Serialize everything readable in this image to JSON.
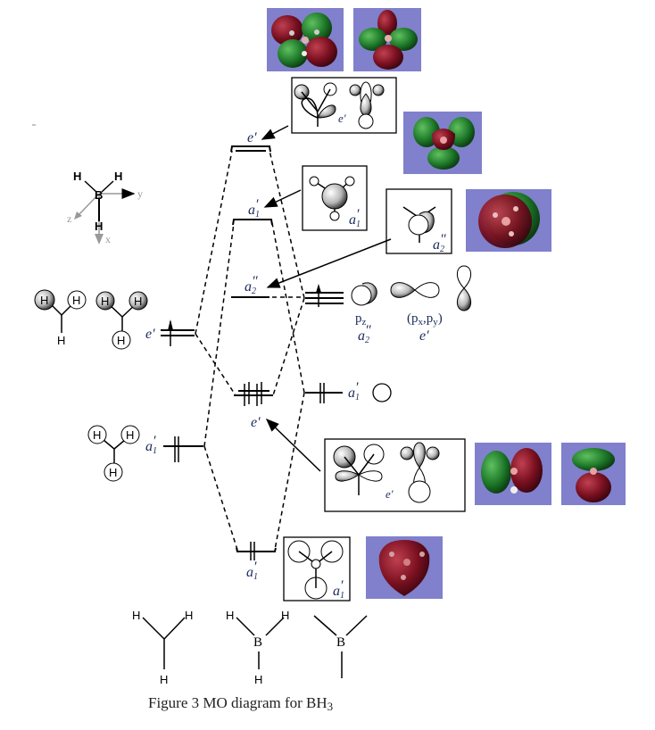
{
  "figure": {
    "caption": "Figure 3 MO diagram for BH",
    "caption_sub": "3",
    "colors": {
      "mo_background": "#8080cc",
      "lobe_red": "#7a1020",
      "lobe_green": "#1f7a2a",
      "label_text": "#1a2a5a"
    }
  },
  "axes": {
    "x": "x",
    "y": "y",
    "z": "z",
    "atoms": [
      "H",
      "H",
      "B",
      "H"
    ]
  },
  "left_fragment": {
    "title": "H3",
    "levels": [
      {
        "id": "e-prime",
        "symmetry": "e",
        "prime": "′",
        "electrons": 1
      },
      {
        "id": "a1-prime",
        "symmetry": "a",
        "sub": "1",
        "prime": "′",
        "electrons": 2
      }
    ],
    "sketch_atom_label": "H"
  },
  "right_fragment": {
    "levels": [
      {
        "id": "p",
        "symmetry_pz": "a",
        "sub_pz": "2",
        "prime_pz": "″",
        "electrons": 1
      },
      {
        "id": "s",
        "symmetry": "a",
        "sub": "1",
        "prime": "′",
        "electrons": 2
      }
    ],
    "pz_label": "p",
    "pz_sub": "z",
    "pxpy_label_open": "(p",
    "px_sub": "x",
    "comma": ",p",
    "py_sub": "y",
    "pxpy_label_close": ")",
    "pxpy_sym": "e",
    "pxpy_prime": "′"
  },
  "mo_levels": [
    {
      "name": "e-prime-antibonding",
      "symmetry": "e",
      "prime": "′",
      "electrons": 0
    },
    {
      "name": "a1-prime-antibonding",
      "symmetry": "a",
      "sub": "1",
      "prime": "′",
      "electrons": 0
    },
    {
      "name": "a2-doubleprime-nonbonding",
      "symmetry": "a",
      "sub": "2",
      "prime": "″",
      "electrons": 0
    },
    {
      "name": "e-prime-bonding",
      "symmetry": "e",
      "prime": "′",
      "electrons": 4
    },
    {
      "name": "a1-prime-bonding",
      "symmetry": "a",
      "sub": "1",
      "prime": "′",
      "electrons": 2
    }
  ],
  "boxes": {
    "e_anti": {
      "symmetry": "e",
      "prime": "′"
    },
    "a1_anti": {
      "symmetry": "a",
      "sub": "1",
      "prime": "′"
    },
    "a2": {
      "symmetry": "a",
      "sub": "2",
      "prime": "″"
    },
    "e_bond": {
      "symmetry": "e",
      "prime": "′"
    },
    "a1_bond": {
      "symmetry": "a",
      "sub": "1",
      "prime": "′"
    }
  },
  "bottom_structures": {
    "h3": [
      "H",
      "H",
      "H"
    ],
    "bh3": [
      "H",
      "H",
      "B",
      "H"
    ],
    "b_only": "B"
  }
}
